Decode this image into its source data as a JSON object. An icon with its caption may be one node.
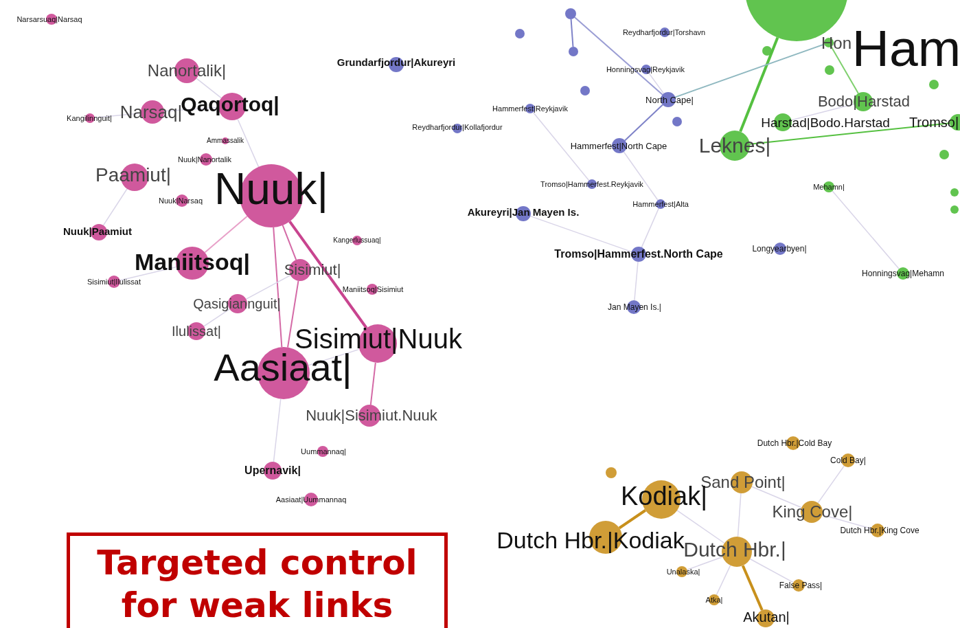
{
  "diagram": {
    "nodes": [
      {
        "text": [
          "Narsarsuaq|Narsaq"
        ]
      },
      {
        "text": [
          "Nanortalik|"
        ]
      },
      {
        "text": [
          "Qaqortoq|"
        ]
      },
      {
        "text": [
          "Kangilinnguit|"
        ]
      },
      {
        "text": [
          "Narsaq|"
        ]
      },
      {
        "text": [
          "Ammassalik"
        ]
      },
      {
        "text": [
          "Nuuk|Nanortalik"
        ]
      },
      {
        "text": [
          "Paamiut|"
        ]
      },
      {
        "text": [
          "Nuuk|Narsaq"
        ]
      },
      {
        "text": [
          "Nuuk|"
        ]
      },
      {
        "text": [
          "Nuuk|Paamiut"
        ]
      },
      {
        "text": [
          "Maniitsoq|"
        ]
      },
      {
        "text": [
          "Sisimiut|"
        ]
      },
      {
        "text": [
          "Kangerlussuaq|"
        ]
      },
      {
        "text": [
          "Sisimiut|Ilulissat"
        ]
      },
      {
        "text": [
          "Maniitsoq|Sisimiut"
        ]
      },
      {
        "text": [
          "Qasigiannguit|"
        ]
      },
      {
        "text": [
          "Ilulissat|"
        ]
      },
      {
        "text": [
          "Sisimiut|Nuuk"
        ]
      },
      {
        "text": [
          "Aasiaat|"
        ]
      },
      {
        "text": [
          "Nuuk|Sisimiut.Nuuk"
        ]
      },
      {
        "text": [
          "Uummannaq|"
        ]
      },
      {
        "text": [
          "Upernavik|"
        ]
      },
      {
        "text": [
          "Aasiaat|Uummannaq"
        ]
      },
      {
        "text": [
          "Grundarfjordur|Akureyri"
        ]
      },
      {
        "text": [
          "Reydharfjordur|Kollafjordur"
        ]
      },
      {
        "text": [],
        "shape": "circle"
      },
      {
        "text": [],
        "shape": "circle"
      },
      {
        "text": [
          "Reydharfjordur|Torshavn"
        ]
      },
      {
        "text": [],
        "shape": "circle"
      },
      {
        "text": [
          "Honningsvag|Reykjavik"
        ]
      },
      {
        "text": [],
        "shape": "circle"
      },
      {
        "text": [
          "Hammerfest|Reykjavik"
        ]
      },
      {
        "text": [
          "North Cape|"
        ]
      },
      {
        "text": [],
        "shape": "circle"
      },
      {
        "text": [
          "Hammerfest|North Cape"
        ]
      },
      {
        "text": [
          "Tromso|Hammerfest.Reykjavik"
        ]
      },
      {
        "text": [
          "Hammerfest|Alta"
        ]
      },
      {
        "text": [
          "Akureyri|Jan Mayen Is."
        ]
      },
      {
        "text": [
          "Tromso|Hammerfest.North Cape"
        ]
      },
      {
        "text": [
          "Longyearbyen|"
        ]
      },
      {
        "text": [
          "Jan Mayen Is.|"
        ]
      },
      {
        "text": [
          "Ham"
        ]
      },
      {
        "text": [
          "Hon"
        ]
      },
      {
        "text": [],
        "shape": "circle"
      },
      {
        "text": [],
        "shape": "circle"
      },
      {
        "text": [],
        "shape": "circle"
      },
      {
        "text": [
          "Bodo|Harstad"
        ]
      },
      {
        "text": [
          "Harstad|Bodo.Harstad"
        ]
      },
      {
        "text": [
          "Tromso|"
        ]
      },
      {
        "text": [
          "Leknes|"
        ]
      },
      {
        "text": [],
        "shape": "circle"
      },
      {
        "text": [
          "Mehamn|"
        ]
      },
      {
        "text": [
          "Honningsvag|Mehamn"
        ]
      },
      {
        "text": [],
        "shape": "circle"
      },
      {
        "text": [],
        "shape": "circle"
      },
      {
        "text": [
          "Dutch Hbr.|Cold Bay"
        ]
      },
      {
        "text": [
          "Cold Bay|"
        ]
      },
      {
        "text": [],
        "shape": "circle"
      },
      {
        "text": [
          "Sand Point|"
        ]
      },
      {
        "text": [
          "Kodiak|"
        ]
      },
      {
        "text": [
          "King Cove|"
        ]
      },
      {
        "text": [
          "Dutch Hbr.|King Cove"
        ]
      },
      {
        "text": [
          "Dutch Hbr.|Kodiak"
        ]
      },
      {
        "text": [
          "Dutch Hbr.|"
        ]
      },
      {
        "text": [
          "Unalaska|"
        ]
      },
      {
        "text": [
          "False Pass|"
        ]
      },
      {
        "text": [
          "Atka|"
        ]
      },
      {
        "text": [
          "Akutan|"
        ]
      },
      {
        "text": [
          "Targeted control for weak links"
        ]
      }
    ],
    "edges": [
      {
        "from": 9,
        "to": 18,
        "arrow": "none",
        "style": "thick",
        "color": "#c8448f"
      },
      {
        "from": 9,
        "to": 19,
        "arrow": "none",
        "color": "#d46aa6"
      },
      {
        "from": 9,
        "to": 12,
        "arrow": "none",
        "color": "#d46aa6"
      },
      {
        "from": 12,
        "to": 19,
        "arrow": "none",
        "color": "#d46aa6"
      },
      {
        "from": 18,
        "to": 20,
        "arrow": "none",
        "color": "#d46aa6"
      },
      {
        "from": 19,
        "to": 18,
        "arrow": "none"
      },
      {
        "from": 9,
        "to": 11,
        "arrow": "none",
        "color": "#e8a0c8"
      },
      {
        "from": 19,
        "to": 22,
        "arrow": "none"
      },
      {
        "from": 7,
        "to": 10,
        "arrow": "none"
      },
      {
        "from": 4,
        "to": 2,
        "arrow": "none"
      },
      {
        "from": 1,
        "to": 2,
        "arrow": "none"
      },
      {
        "from": 2,
        "to": 9,
        "arrow": "none"
      },
      {
        "from": 3,
        "to": 4,
        "arrow": "none"
      },
      {
        "from": 11,
        "to": 14,
        "arrow": "none"
      },
      {
        "from": 17,
        "to": 16,
        "arrow": "none"
      },
      {
        "from": 16,
        "to": 12,
        "arrow": "none"
      },
      {
        "from": 26,
        "to": 29,
        "arrow": "none",
        "color": "#7e82c8"
      },
      {
        "from": 26,
        "to": 33,
        "arrow": "none",
        "color": "#9a9dd4"
      },
      {
        "from": 33,
        "to": 35,
        "arrow": "none",
        "color": "#7e82c8"
      },
      {
        "from": 30,
        "to": 33,
        "arrow": "none"
      },
      {
        "from": 32,
        "to": 36,
        "arrow": "none"
      },
      {
        "from": 38,
        "to": 39,
        "arrow": "none"
      },
      {
        "from": 35,
        "to": 37,
        "arrow": "none"
      },
      {
        "from": 37,
        "to": 39,
        "arrow": "none"
      },
      {
        "from": 39,
        "to": 41,
        "arrow": "none"
      },
      {
        "from": 42,
        "to": 50,
        "arrow": "none",
        "style": "thick",
        "color": "#55c040"
      },
      {
        "from": 50,
        "to": 49,
        "arrow": "none",
        "color": "#55c040"
      },
      {
        "from": 43,
        "to": 47,
        "arrow": "none",
        "color": "#7fd06e"
      },
      {
        "from": 48,
        "to": 47,
        "arrow": "none"
      },
      {
        "from": 33,
        "to": 43,
        "arrow": "none",
        "color": "#8fb8c0"
      },
      {
        "from": 52,
        "to": 53,
        "arrow": "none"
      },
      {
        "from": 60,
        "to": 63,
        "arrow": "none",
        "style": "thick",
        "color": "#c8901c"
      },
      {
        "from": 60,
        "to": 64,
        "arrow": "none"
      },
      {
        "from": 64,
        "to": 68,
        "arrow": "none",
        "style": "thick",
        "color": "#c8901c"
      },
      {
        "from": 64,
        "to": 59,
        "arrow": "none"
      },
      {
        "from": 59,
        "to": 61,
        "arrow": "none"
      },
      {
        "from": 61,
        "to": 57,
        "arrow": "none"
      },
      {
        "from": 64,
        "to": 65,
        "arrow": "none"
      },
      {
        "from": 64,
        "to": 67,
        "arrow": "none"
      },
      {
        "from": 64,
        "to": 66,
        "arrow": "none"
      },
      {
        "from": 61,
        "to": 62,
        "arrow": "none"
      }
    ]
  }
}
